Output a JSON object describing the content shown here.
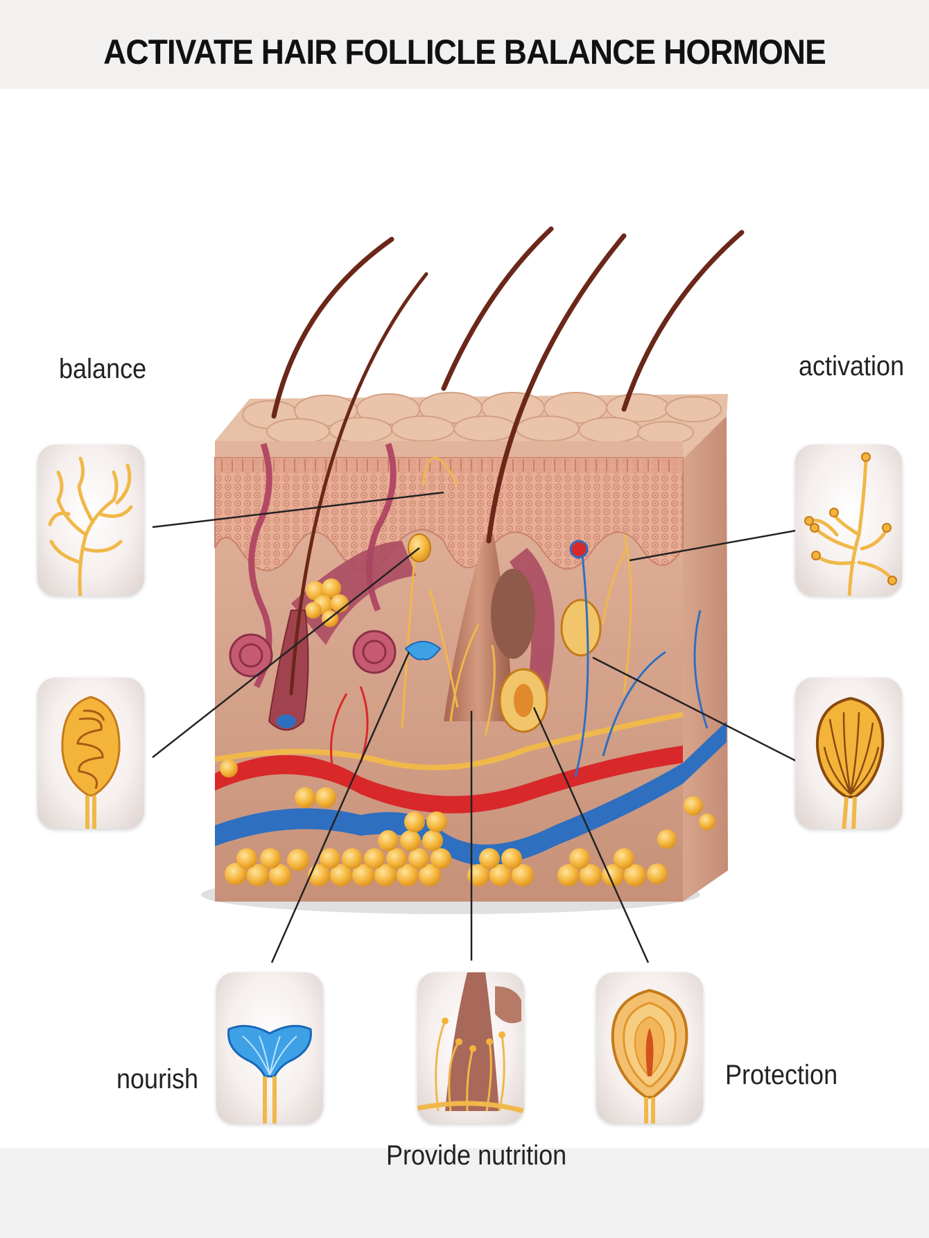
{
  "title": "ACTIVATE HAIR FOLLICLE BALANCE HORMONE",
  "labels": {
    "balance": "balance",
    "activation": "activation",
    "nourish": "nourish",
    "provide_nutrition": "Provide nutrition",
    "protection": "Protection"
  },
  "colors": {
    "skin": "#d9a98f",
    "skin_dark": "#c7907a",
    "epidermis": "#e9b39c",
    "artery": "#d8282a",
    "vein": "#2f6fc0",
    "fat": "#f2b43a",
    "nerve": "#f0b84a",
    "hair": "#6b2718",
    "leader_line": "#222222"
  }
}
